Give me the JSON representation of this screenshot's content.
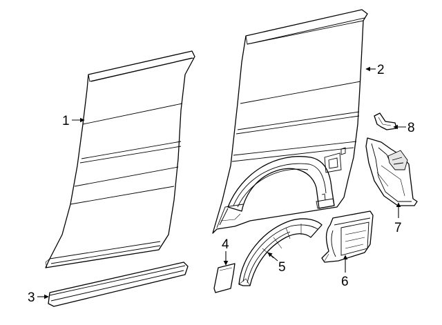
{
  "callouts": [
    {
      "id": "1",
      "text": "1",
      "part": "left-side-panel"
    },
    {
      "id": "2",
      "text": "2",
      "part": "right-side-panel"
    },
    {
      "id": "3",
      "text": "3",
      "part": "body-side-molding"
    },
    {
      "id": "4",
      "text": "4",
      "part": "small-trim-piece"
    },
    {
      "id": "5",
      "text": "5",
      "part": "wheel-opening-flare"
    },
    {
      "id": "6",
      "text": "6",
      "part": "rear-quarter-extension"
    },
    {
      "id": "7",
      "text": "7",
      "part": "corner-bracket-panel"
    },
    {
      "id": "8",
      "text": "8",
      "part": "mounting-clip"
    }
  ],
  "colors": {
    "line": "#000000",
    "background": "#ffffff",
    "shade": "#e6e6e6"
  }
}
